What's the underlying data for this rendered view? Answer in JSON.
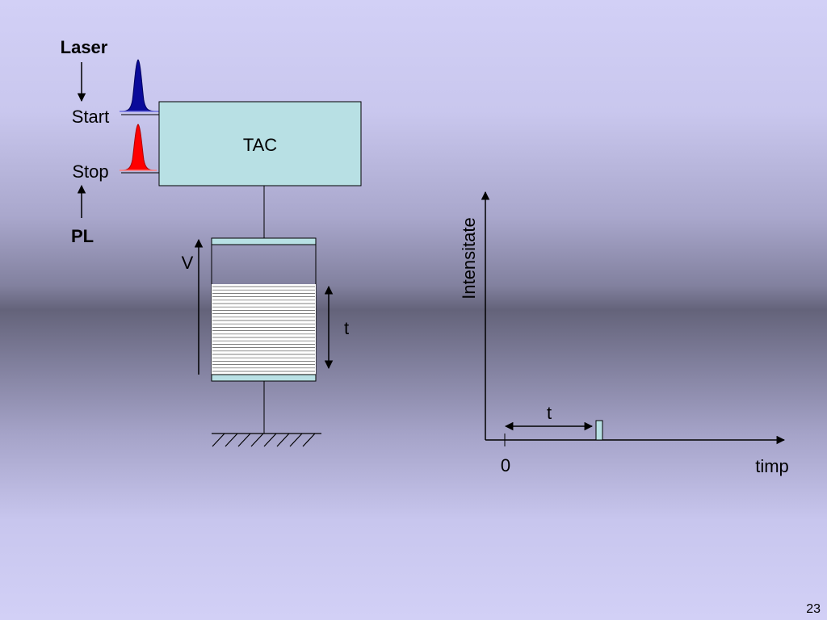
{
  "labels": {
    "laser": "Laser",
    "start": "Start",
    "stop": "Stop",
    "pl": "PL",
    "tac": "TAC",
    "voltage": "V",
    "time_symbol": "t",
    "y_axis": "Intensitate",
    "x_axis": "timp",
    "origin": "0"
  },
  "slide_number": "23",
  "colors": {
    "start_pulse": "#0a0a9a",
    "stop_pulse": "#ff0000",
    "tac_box": "#b8e0e4",
    "plate": "#b8e0e4",
    "histogram_bar": "#b8e0e4"
  }
}
